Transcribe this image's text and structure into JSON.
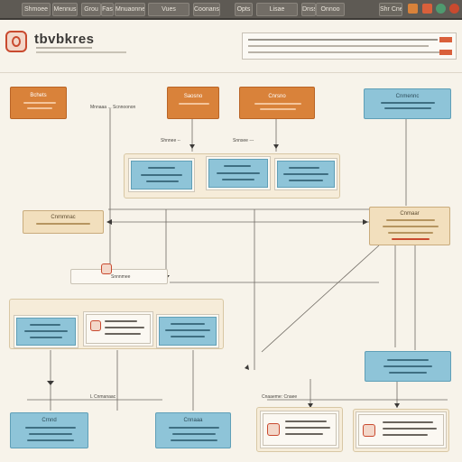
{
  "toolbar": {
    "tabs": [
      "Shmoee",
      "Mennus",
      "Grou",
      "Fas",
      "Mnuaonne",
      "Vues",
      "Coonans",
      "Opts",
      "Lisae",
      "Dnsss",
      "Onnoo",
      "Shr Cnee"
    ],
    "icons": [
      "settings-icon",
      "user-icon",
      "help-icon",
      "menu-icon"
    ]
  },
  "header": {
    "title": "tbvbkres"
  },
  "nodes": {
    "top_left": "Bchets",
    "top_mid": "Saosno",
    "top_right": "Cnrsno",
    "top_far": "Cnmennc",
    "mid_left": "Cnmmnac",
    "mid_right_title": "Cnmaar",
    "bottom_left": "Crnnd",
    "bottom_mid": "Cnnaaa"
  },
  "labels": {
    "lbl_top1": "Mnnaaa ... Scnnoonon",
    "lbl_top2": "Shnnee --",
    "lbl_top3": "Snnsee ---",
    "lbl_mid": "Snnnmee",
    "lbl_bottom1": "L  Cnmanaac",
    "lbl_bottom2": "Cnaaeme: Cnaee"
  },
  "colors": {
    "orange": "#d9823a",
    "blue": "#8ec4d8",
    "cream": "#f2dfbd",
    "accent_red": "#c94a2f",
    "toolbar": "#5e5a54"
  }
}
